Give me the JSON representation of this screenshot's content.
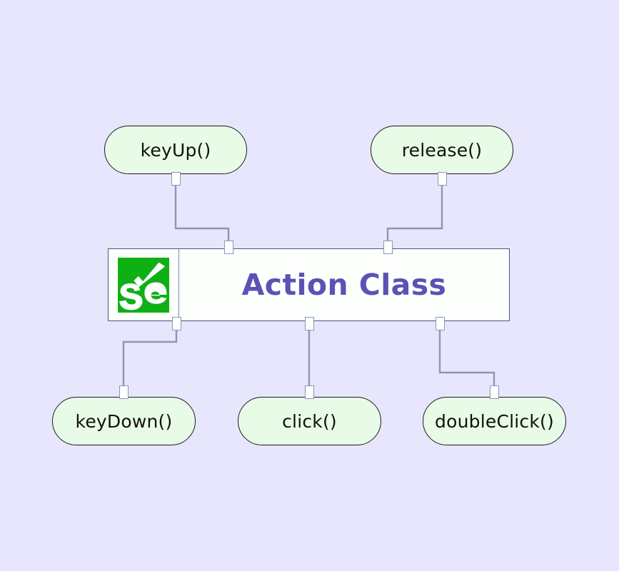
{
  "diagram": {
    "title": "Action Class",
    "background_color": "#e8e6fd",
    "node_fill_color": "#e8fbe6",
    "node_border_color": "#1c1c1c",
    "connector_color": "#8d95b8",
    "title_color": "#5b52b5",
    "logo": {
      "name": "selenium-logo",
      "text": "Se",
      "background_color": "#0fb014",
      "mark_color": "#ffffff"
    },
    "center": {
      "label": "Action Class"
    },
    "methods_top": [
      {
        "id": "keyup",
        "label": "keyUp()"
      },
      {
        "id": "release",
        "label": "release()"
      }
    ],
    "methods_bottom": [
      {
        "id": "keydown",
        "label": "keyDown()"
      },
      {
        "id": "click",
        "label": "click()"
      },
      {
        "id": "doubleclick",
        "label": "doubleClick()"
      }
    ]
  }
}
